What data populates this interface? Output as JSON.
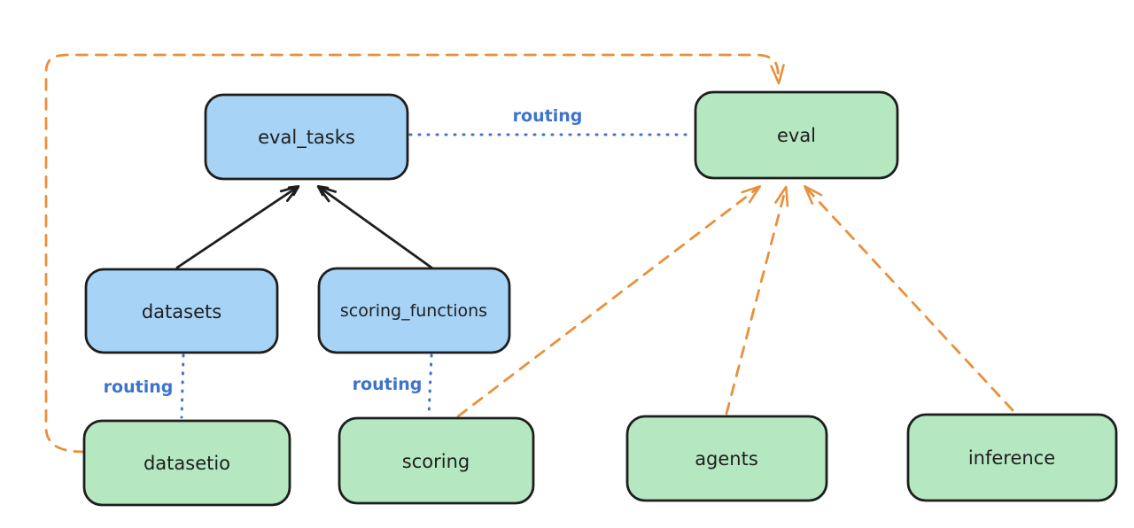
{
  "colors": {
    "background": "#ffffff",
    "node_stroke": "#1e1e1e",
    "node_blue_fill": "#a7d3f7",
    "node_green_fill": "#b5e8c0",
    "arrow_black": "#1e1e1e",
    "arrow_orange": "#e8913c",
    "routing_blue": "#3c73cc"
  },
  "nodes": {
    "eval_tasks": {
      "label": "eval_tasks",
      "fill": "#a7d3f7"
    },
    "eval": {
      "label": "eval",
      "fill": "#b5e8c0"
    },
    "datasets": {
      "label": "datasets",
      "fill": "#a7d3f7"
    },
    "scoring_functions": {
      "label": "scoring_functions",
      "fill": "#a7d3f7"
    },
    "datasetio": {
      "label": "datasetio",
      "fill": "#b5e8c0"
    },
    "scoring": {
      "label": "scoring",
      "fill": "#b5e8c0"
    },
    "agents": {
      "label": "agents",
      "fill": "#b5e8c0"
    },
    "inference": {
      "label": "inference",
      "fill": "#b5e8c0"
    }
  },
  "edge_labels": {
    "eval_tasks_eval": "routing",
    "datasets_datasetio": "routing",
    "scoring_functions_scoring": "routing"
  }
}
